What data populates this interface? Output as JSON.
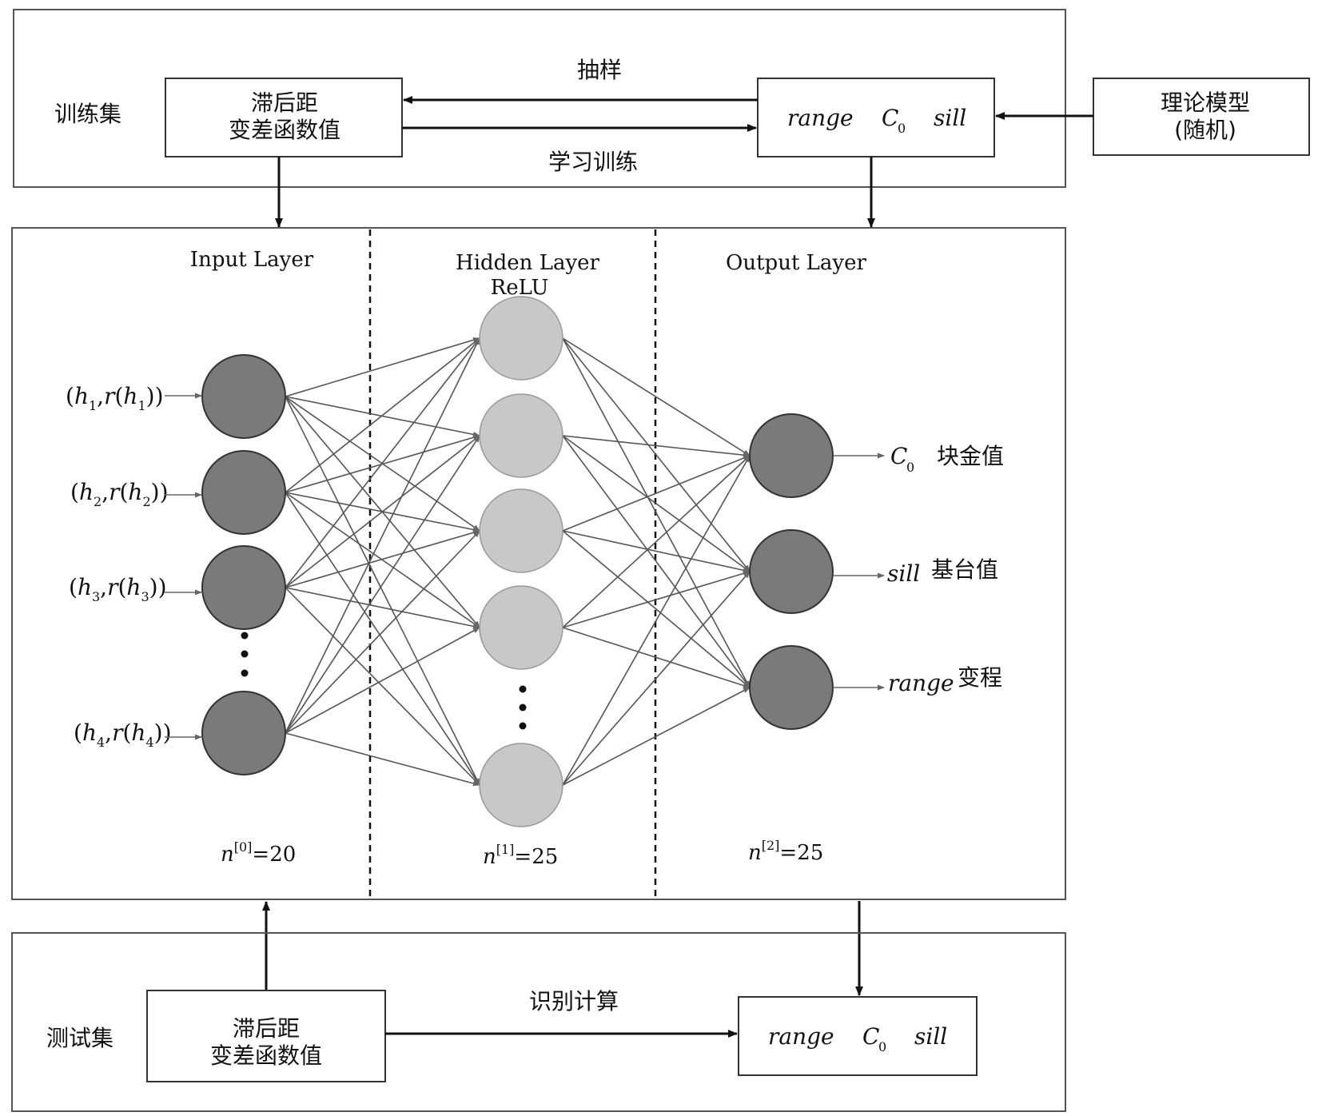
{
  "training_set": {
    "label": "训练集",
    "lag_box": {
      "line1": "滞后距",
      "line2": "变差函数值"
    },
    "sampling_label": "抽样",
    "learning_label": "学习训练",
    "params": {
      "range": "range",
      "c0": "C",
      "c0_sub": "0",
      "sill": "sill"
    },
    "theory_model": {
      "line1": "理论模型",
      "line2": "(随机)"
    }
  },
  "network": {
    "input_layer": {
      "title": "Input Layer",
      "count_label": {
        "n": "n",
        "sup": "[0]",
        "value": "=20"
      },
      "inputs": [
        {
          "h": "h",
          "sub": "1"
        },
        {
          "h": "h",
          "sub": "2"
        },
        {
          "h": "h",
          "sub": "3"
        },
        {
          "h": "h",
          "sub": "4"
        }
      ]
    },
    "hidden_layer": {
      "title": "Hidden Layer",
      "activation": "ReLU",
      "count_label": {
        "n": "n",
        "sup": "[1]",
        "value": "=25"
      }
    },
    "output_layer": {
      "title": "Output Layer",
      "count_label": {
        "n": "n",
        "sup": "[2]",
        "value": "=25"
      },
      "outputs": [
        {
          "symbol": "C",
          "sub": "0",
          "name": "块金值"
        },
        {
          "symbol": "sill",
          "sub": "",
          "name": "基台值"
        },
        {
          "symbol": "range",
          "sub": "",
          "name": "变程"
        }
      ]
    },
    "colors": {
      "input_node": "#7a7a7a",
      "hidden_node": "#c8c8c8",
      "output_node": "#7a7a7a",
      "edge": "#555555"
    }
  },
  "test_set": {
    "label": "测试集",
    "lag_box": {
      "line1": "滞后距",
      "line2": "变差函数值"
    },
    "identify_label": "识别计算",
    "params": {
      "range": "range",
      "c0": "C",
      "c0_sub": "0",
      "sill": "sill"
    }
  }
}
